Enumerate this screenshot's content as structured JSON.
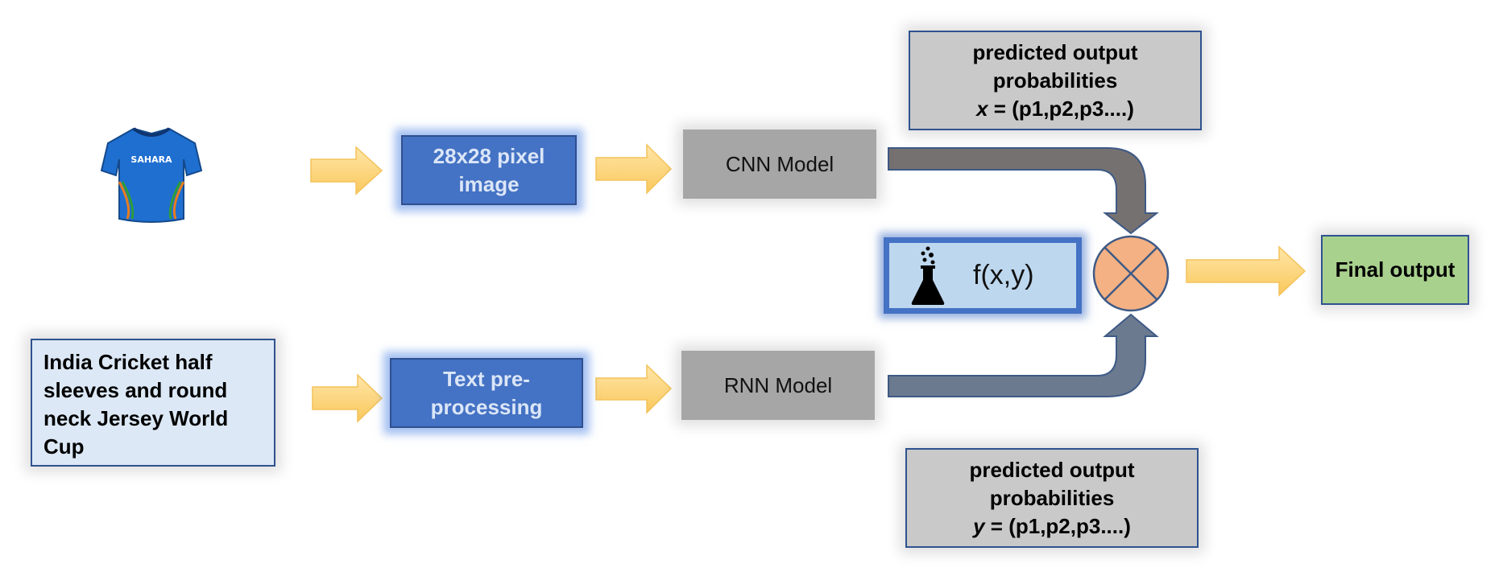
{
  "image_box": {
    "label": "28x28 pixel image"
  },
  "text_preprocessing": {
    "label": "Text pre-processing"
  },
  "cnn": {
    "label": "CNN Model"
  },
  "rnn": {
    "label": "RNN Model"
  },
  "input_text": {
    "label": "India Cricket half sleeves and round neck Jersey World Cup"
  },
  "function_box": {
    "label": "f(x,y)",
    "icon": "flask-icon"
  },
  "final_output": {
    "label": "Final output"
  },
  "jersey": {
    "logo_text": "SAHARA",
    "icon": "jersey-image"
  },
  "prob_x": {
    "line1": "predicted output",
    "line2": "probabilities",
    "var": "x",
    "rest": " = (p1,p2,p3....)"
  },
  "prob_y": {
    "line1": "predicted output",
    "line2": "probabilities",
    "var": "y",
    "rest": " = (p1,p2,p3....)"
  },
  "colors": {
    "arrow_yellow": "#ffd580",
    "cnn_connector": "#767171",
    "rnn_connector": "#6b7a8f",
    "combiner": "#f4b183"
  }
}
